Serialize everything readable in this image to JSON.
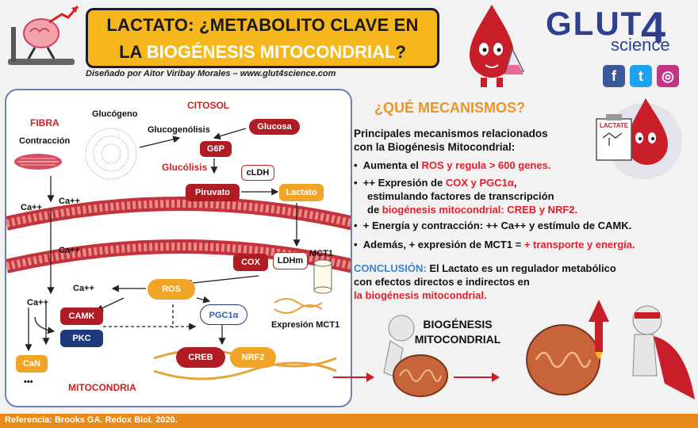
{
  "header": {
    "title_line1": "LACTATO: ¿METABOLITO CLAVE EN",
    "title_line2_a": "LA ",
    "title_line2_b": "BIOGÉNESIS MITOCONDRIAL",
    "title_line2_c": "?",
    "byline": "Diseñado por Aitor Viribay Morales – www.glut4science.com"
  },
  "logo": {
    "glut": "GLUT",
    "num": "4",
    "science": "science"
  },
  "social": [
    {
      "name": "facebook",
      "glyph": "f",
      "color": "#3b5998"
    },
    {
      "name": "twitter",
      "glyph": "t",
      "color": "#1da1f2"
    },
    {
      "name": "instagram",
      "glyph": "◎",
      "color": "#c13584"
    }
  ],
  "diagram": {
    "fibra": "FIBRA",
    "contraccion": "Contracción",
    "glucogeno": "Glucógeno",
    "glucogenolisis": "Glucogenólisis",
    "citosol": "CITOSOL",
    "glucosa": "Glucosa",
    "g6p": "G6P",
    "glucolisis": "Glucólisis",
    "cldh": "cLDH",
    "piruvato": "Piruvato",
    "lactato": "Lactato",
    "ca_a": "Ca++",
    "ca_b": "Ca++",
    "ca_c": "Ca++",
    "ca_d": "Ca++",
    "ca_e": "Ca++",
    "cox": "COX",
    "ldhm": "LDHm",
    "mct1": "MCT1",
    "ros": "ROS",
    "camk": "CAMK",
    "pkc": "PKC",
    "pgc1a": "PGC1α",
    "expresion_mct1": "Expresión MCT1",
    "creb": "CREB",
    "nrf2": "NRF2",
    "can": "CaN",
    "dots": "•••",
    "mitocondria": "MITOCONDRIA"
  },
  "right": {
    "heading": "¿QUÉ MECANISMOS?",
    "intro_1": "Principales mecanismos relacionados",
    "intro_2": "con la Biogénesis Mitocondrial:",
    "b1_a": "Aumenta el ",
    "b1_b": "ROS y regula > 600 genes.",
    "b2_a": "++ Expresión de ",
    "b2_b": "COX y PGC1α",
    "b2_c": ",",
    "b2_line2": "estimulando factores de transcripción",
    "b2_line3_a": "de ",
    "b2_line3_b": "biogénesis mitocondrial: CREB y NRF2.",
    "b3": "+ Energía y contracción:  ++ Ca++  y estímulo de CAMK.",
    "b4_a": "Además, + expresión de MCT1 = ",
    "b4_b": "+ transporte y energía.",
    "concl_label": "CONCLUSIÓN:",
    "concl_1": " El Lactato es un regulador metabólico",
    "concl_2": "con efectos directos e indirectos en",
    "concl_3": "la biogénesis mitocondrial.",
    "bio_1": "BIOGÉNESIS",
    "bio_2": "MITOCONDRIAL",
    "board_label": "LACTATE"
  },
  "footer": {
    "reference": "Referencia: Brooks GA. Redox Biol. 2020."
  },
  "colors": {
    "accent": "#f6b71c",
    "red": "#c0202a",
    "orange": "#e8962a",
    "navy": "#1f3a7a",
    "blue": "#3a86c8"
  }
}
